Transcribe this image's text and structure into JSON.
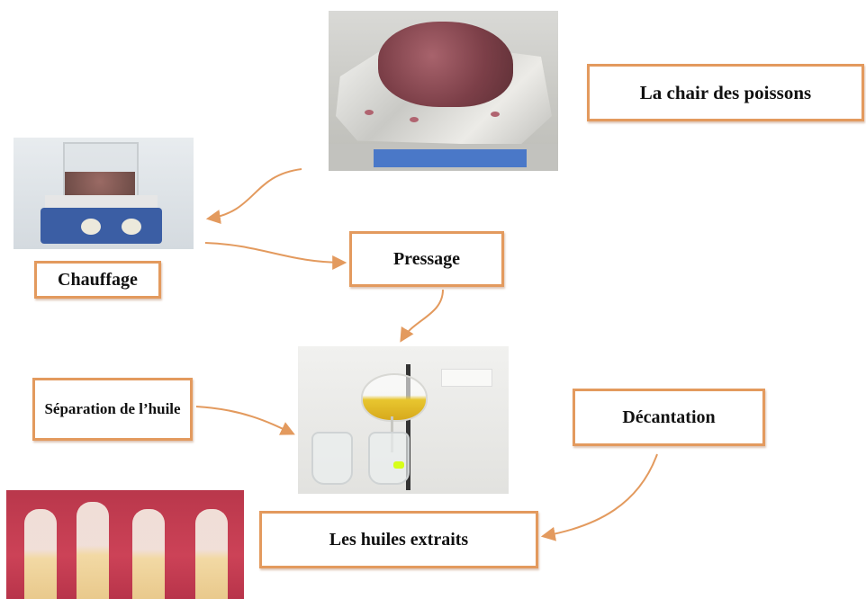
{
  "diagram": {
    "steps": {
      "fish_flesh": "La chair des poissons",
      "heating": "Chauffage",
      "pressing": "Pressage",
      "oil_separation": "Séparation de l’huile",
      "decantation": "Décantation",
      "extracted_oils": "Les huiles extraits"
    },
    "arrow_color": "#e39a5e",
    "box_border_color": "#e39a5e"
  }
}
